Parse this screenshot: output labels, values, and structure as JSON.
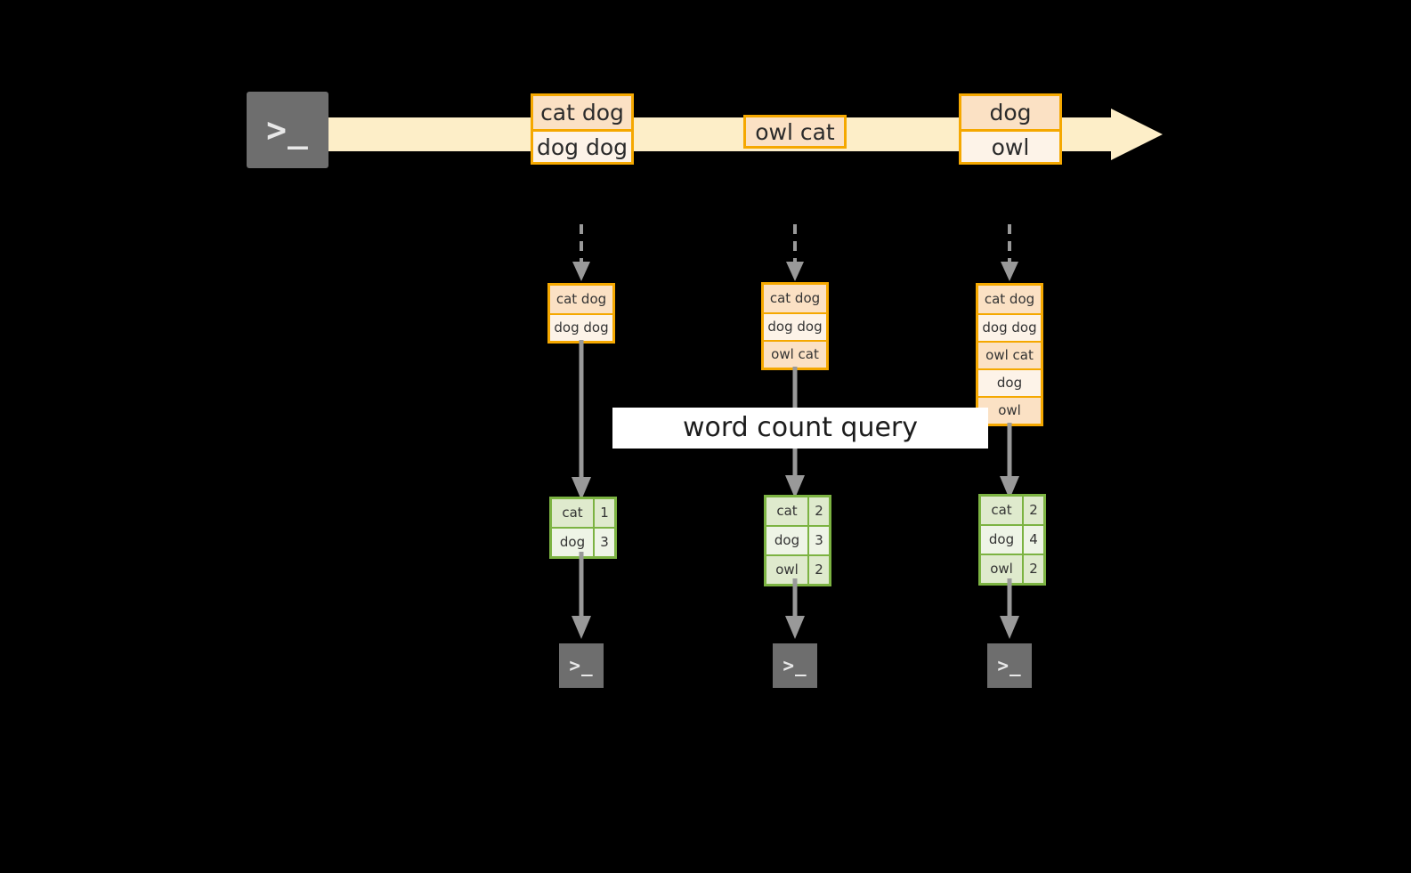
{
  "diagram": {
    "title": "word count query",
    "colors": {
      "background": "#000000",
      "stream_band": "#fdeec8",
      "record_border": "#f5a800",
      "record_fill_dark": "#fbe1c4",
      "record_fill_light": "#fdf3e8",
      "result_border": "#7cb342",
      "result_fill_dark": "#dfeacd",
      "result_fill_light": "#eef4e6",
      "connector": "#999999",
      "terminal_fill": "#6e6e6e",
      "label_band": "#ffffff"
    }
  },
  "source": {
    "icon": "terminal-icon",
    "prompt": ">_"
  },
  "stream": {
    "arrow_icon": "stream-arrow-right",
    "groups": [
      {
        "name": "stream-group-1",
        "cells": [
          {
            "text": "cat dog",
            "shade": "dark"
          },
          {
            "text": "dog dog",
            "shade": "light"
          }
        ]
      },
      {
        "name": "stream-group-2",
        "cells": [
          {
            "text": "owl cat",
            "shade": "dark"
          }
        ]
      },
      {
        "name": "stream-group-3",
        "cells": [
          {
            "text": "dog",
            "shade": "dark"
          },
          {
            "text": "owl",
            "shade": "light"
          }
        ]
      }
    ]
  },
  "query_label": {
    "text": "word count query"
  },
  "columns": [
    {
      "name": "column-1",
      "input_records": [
        {
          "text": "cat dog",
          "shade": "dark"
        },
        {
          "text": "dog dog",
          "shade": "light"
        }
      ],
      "result_rows": [
        {
          "word": "cat",
          "count": "1",
          "shade": "dark"
        },
        {
          "word": "dog",
          "count": "3",
          "shade": "light"
        }
      ],
      "sink": {
        "icon": "terminal-icon",
        "prompt": ">_"
      }
    },
    {
      "name": "column-2",
      "input_records": [
        {
          "text": "cat dog",
          "shade": "dark"
        },
        {
          "text": "dog dog",
          "shade": "light"
        },
        {
          "text": "owl cat",
          "shade": "dark"
        }
      ],
      "result_rows": [
        {
          "word": "cat",
          "count": "2",
          "shade": "dark"
        },
        {
          "word": "dog",
          "count": "3",
          "shade": "light"
        },
        {
          "word": "owl",
          "count": "2",
          "shade": "dark"
        }
      ],
      "sink": {
        "icon": "terminal-icon",
        "prompt": ">_"
      }
    },
    {
      "name": "column-3",
      "input_records": [
        {
          "text": "cat dog",
          "shade": "dark"
        },
        {
          "text": "dog dog",
          "shade": "light"
        },
        {
          "text": "owl cat",
          "shade": "dark"
        },
        {
          "text": "dog",
          "shade": "light"
        },
        {
          "text": "owl",
          "shade": "dark"
        }
      ],
      "result_rows": [
        {
          "word": "cat",
          "count": "2",
          "shade": "dark"
        },
        {
          "word": "dog",
          "count": "4",
          "shade": "light"
        },
        {
          "word": "owl",
          "count": "2",
          "shade": "dark"
        }
      ],
      "sink": {
        "icon": "terminal-icon",
        "prompt": ">_"
      }
    }
  ]
}
